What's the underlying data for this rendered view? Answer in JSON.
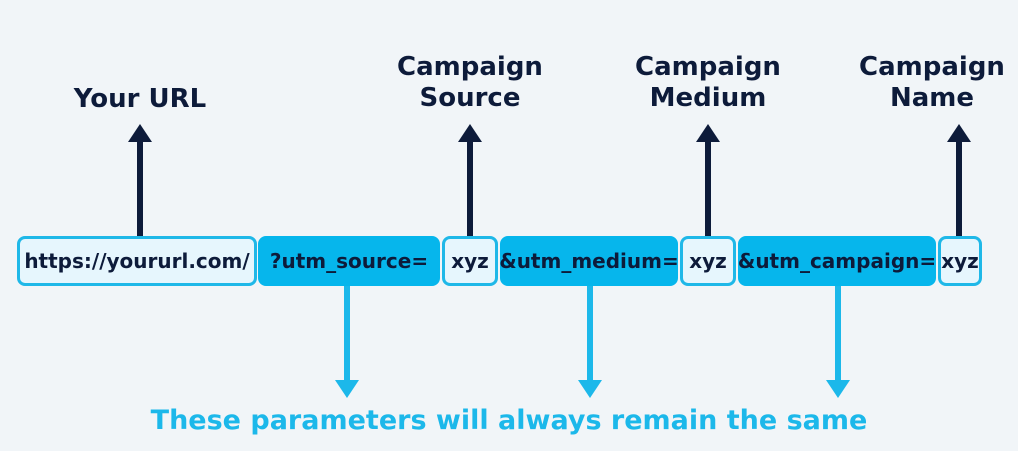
{
  "labels": {
    "your_url": [
      "Your URL"
    ],
    "campaign_source": [
      "Campaign",
      "Source"
    ],
    "campaign_medium": [
      "Campaign",
      "Medium"
    ],
    "campaign_name": [
      "Campaign",
      "Name"
    ]
  },
  "segments": {
    "base": "https://yoururl.com/",
    "utm_source": "?utm_source=",
    "source_value": "xyz",
    "utm_medium": "&utm_medium=",
    "medium_value": "xyz",
    "utm_campaign": "&utm_campaign=",
    "campaign_value": "xyz"
  },
  "footer": "These parameters will always remain the same",
  "colors": {
    "dark": "#0d1b3a",
    "cyan": "#06b6ec",
    "cyan_light": "#1fb8e8",
    "background": "#f1f5f8"
  }
}
